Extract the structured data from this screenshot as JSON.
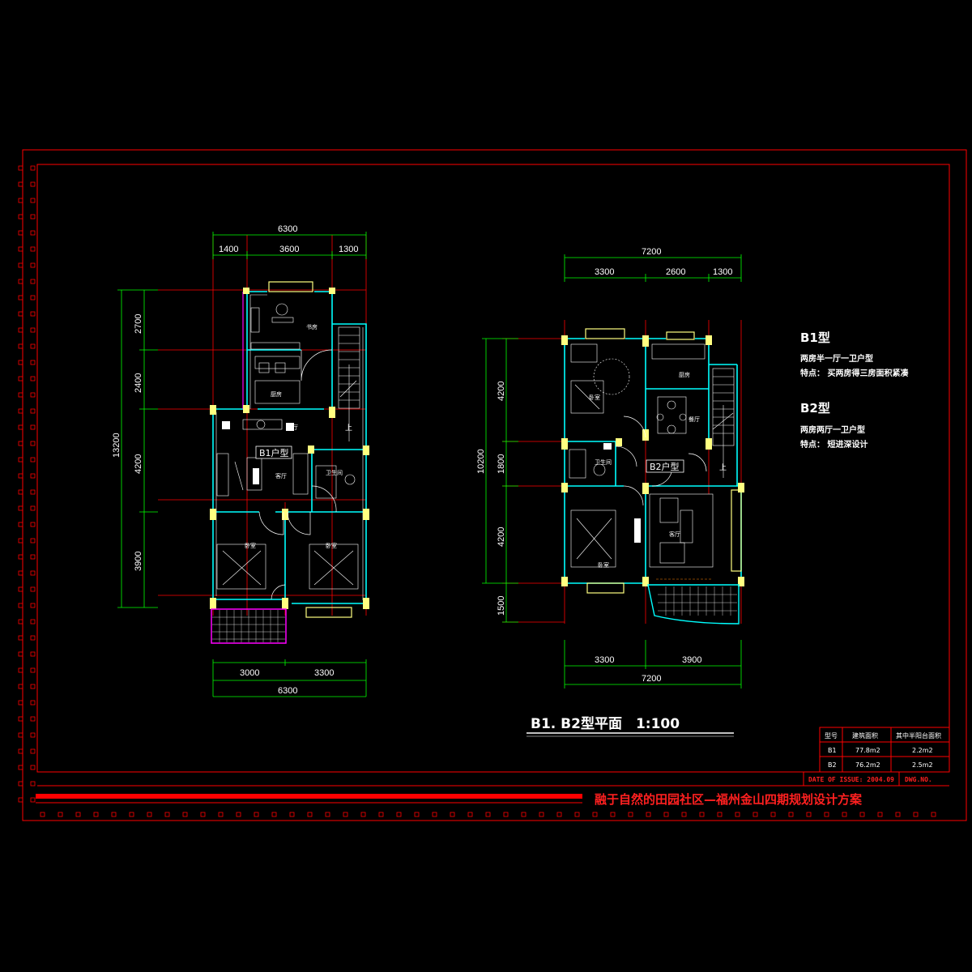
{
  "drawing_title": "B1. B2型平面　1:100",
  "project_title": "融于自然的田园社区—福州金山四期规划设计方案",
  "issue": {
    "date_label": "DATE OF ISSUE: 2004.09",
    "dwg_label": "DWG.NO."
  },
  "plan_b1": {
    "badge": "B1户型",
    "dims_top_total": "6300",
    "dims_top": [
      "1400",
      "3600",
      "1300"
    ],
    "dims_bottom": [
      "3000",
      "3300"
    ],
    "dims_bottom_total": "6300",
    "dims_left_total": "13200",
    "dims_left": [
      "2700",
      "2400",
      "4200",
      "3900"
    ],
    "rooms": {
      "study": "书房",
      "kitchen": "厨房",
      "dining": "餐厅",
      "living": "客厅",
      "bath": "卫生间",
      "bed1": "卧室",
      "bed2": "卧室"
    },
    "stair_up": "上"
  },
  "plan_b2": {
    "badge": "B2户型",
    "dims_top_total": "7200",
    "dims_top": [
      "3300",
      "2600",
      "1300"
    ],
    "dims_bottom": [
      "3300",
      "3900"
    ],
    "dims_bottom_total": "7200",
    "dims_left_total": "10200",
    "dims_left": [
      "4200",
      "1800",
      "4200",
      "1500"
    ],
    "rooms": {
      "bed1": "卧室",
      "kitchen": "厨房",
      "dining": "餐厅",
      "bath": "卫生间",
      "living": "客厅",
      "bed2": "卧室"
    },
    "stair_up": "上"
  },
  "notes": {
    "b1_title": "B1型",
    "b1_line1": "两房半一厅一卫户型",
    "b1_line2": "特点：  买两房得三房面积紧凑",
    "b2_title": "B2型",
    "b2_line1": "两房两厅一卫户型",
    "b2_line2": "特点：  短进深设计"
  },
  "area_table": {
    "headers": [
      "型号",
      "建筑面积",
      "其中半阳台面积"
    ],
    "rows": [
      [
        "B1",
        "77.8m2",
        "2.2m2"
      ],
      [
        "B2",
        "76.2m2",
        "2.5m2"
      ]
    ]
  },
  "colors": {
    "background": "#000000",
    "frame_red": "#ff0000",
    "wall_cyan": "#00ffff",
    "dimension_green": "#00ff00",
    "column_yellow": "#ffff80",
    "balcony_magenta": "#ff00ff",
    "grid_red": "#ff0000"
  }
}
